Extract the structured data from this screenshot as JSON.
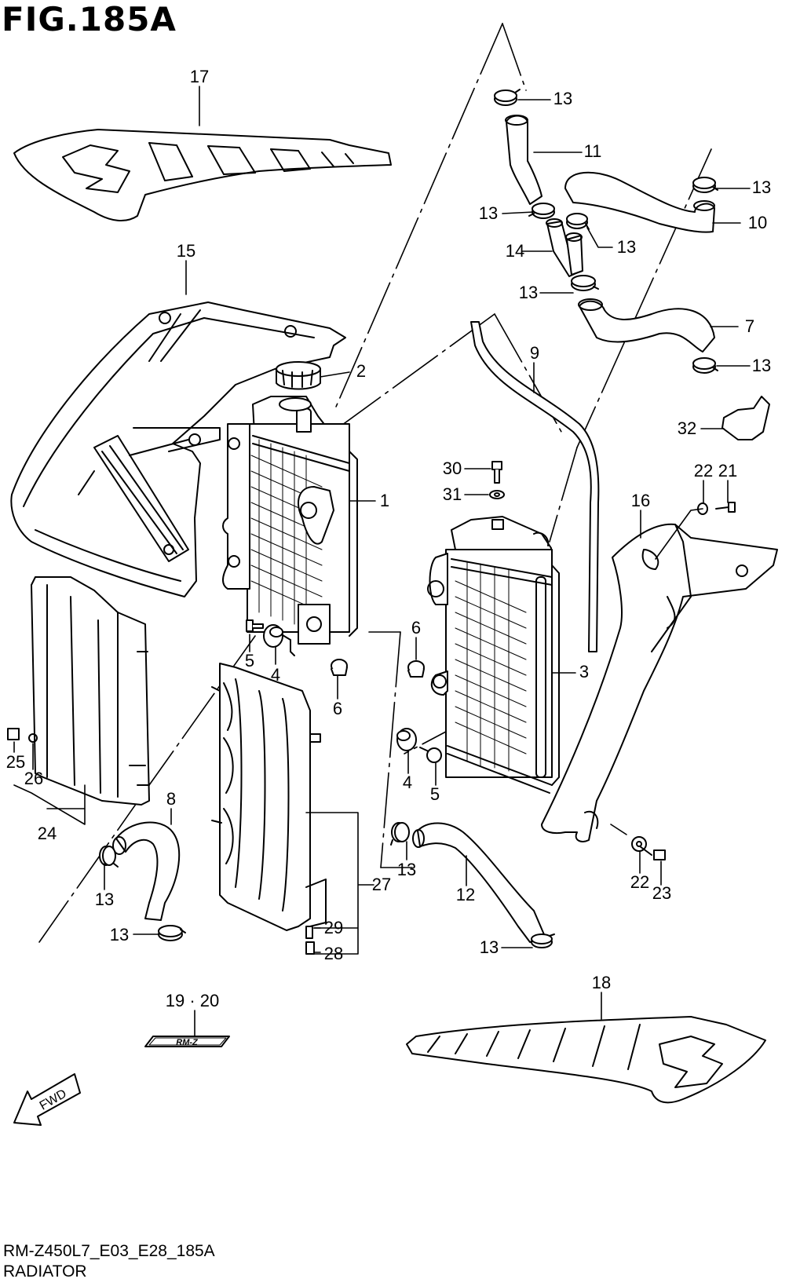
{
  "figure_title": "FIG.185A",
  "diagram_code": "RM-Z450L7_E03_E28_185A",
  "section_name": "RADIATOR",
  "emblem_text": "RM-Z",
  "fwd_text": "FWD",
  "callouts": {
    "c1": "1",
    "c2": "2",
    "c3": "3",
    "c4a": "4",
    "c4b": "4",
    "c5a": "5",
    "c5b": "5",
    "c6a": "6",
    "c6b": "6",
    "c7": "7",
    "c8": "8",
    "c9": "9",
    "c10": "10",
    "c11": "11",
    "c12": "12",
    "c13a": "13",
    "c13b": "13",
    "c13c": "13",
    "c13d": "13",
    "c13e": "13",
    "c13f": "13",
    "c13g": "13",
    "c13h": "13",
    "c13i": "13",
    "c13j": "13",
    "c14": "14",
    "c15": "15",
    "c16": "16",
    "c17": "17",
    "c18": "18",
    "c19_20": "19 · 20",
    "c21": "21",
    "c22a": "22",
    "c22b": "22",
    "c23": "23",
    "c24": "24",
    "c25": "25",
    "c26": "26",
    "c27": "27",
    "c28": "28",
    "c29": "29",
    "c30": "30",
    "c31": "31",
    "c32": "32"
  }
}
